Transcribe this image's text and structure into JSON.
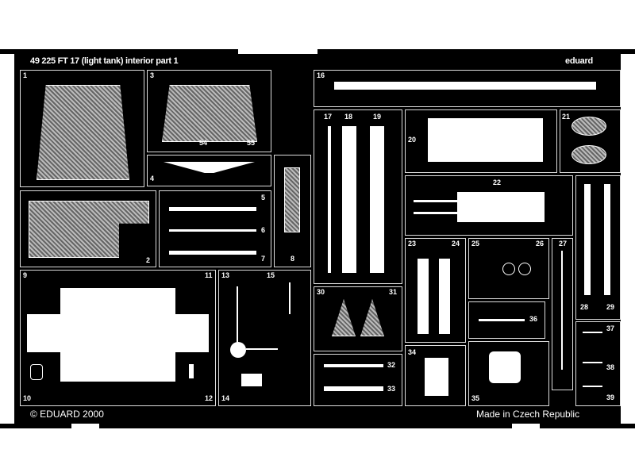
{
  "header": {
    "title": "49 225  FT 17 (light tank) interior  part 1",
    "brand": "eduard"
  },
  "footer": {
    "copyright": "© EDUARD 2000",
    "origin": "Made in Czech Republic"
  },
  "parts": [
    "1",
    "2",
    "3",
    "4",
    "5",
    "6",
    "7",
    "8",
    "9",
    "10",
    "11",
    "12",
    "13",
    "14",
    "15",
    "16",
    "17",
    "18",
    "19",
    "20",
    "21",
    "22",
    "23",
    "24",
    "25",
    "26",
    "27",
    "28",
    "29",
    "30",
    "31",
    "32",
    "33",
    "34",
    "35",
    "36",
    "37",
    "38",
    "39",
    "54",
    "55"
  ]
}
